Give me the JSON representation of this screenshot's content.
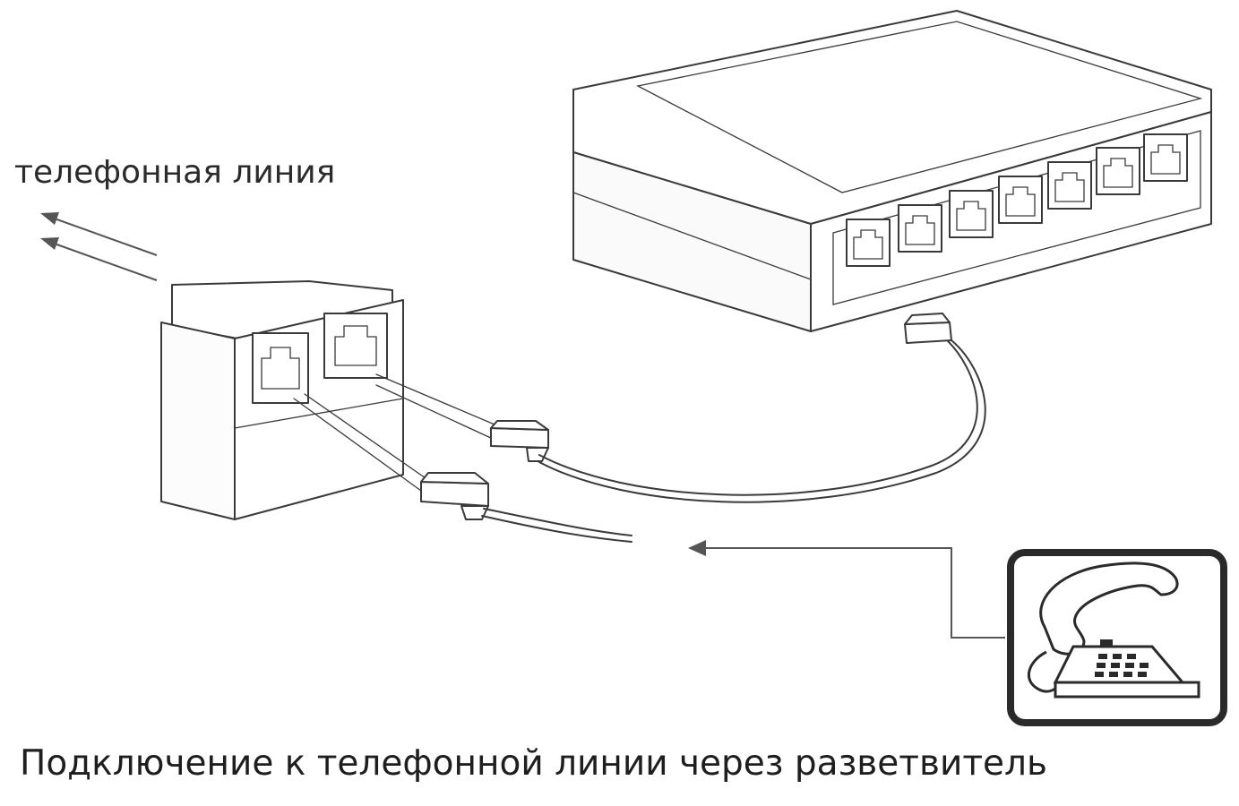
{
  "labels": {
    "phone_line": "телефонная линия",
    "caption": "Подключение к телефонной линии через разветвитель"
  },
  "devices": {
    "router_ports": 7,
    "splitter_ports": 2
  },
  "colors": {
    "stroke": "#3a3a3a",
    "phone_frame": "#2a2a2a",
    "background": "#ffffff"
  },
  "icons": [
    "router",
    "splitter",
    "rj11-plug",
    "telephone",
    "arrow"
  ]
}
